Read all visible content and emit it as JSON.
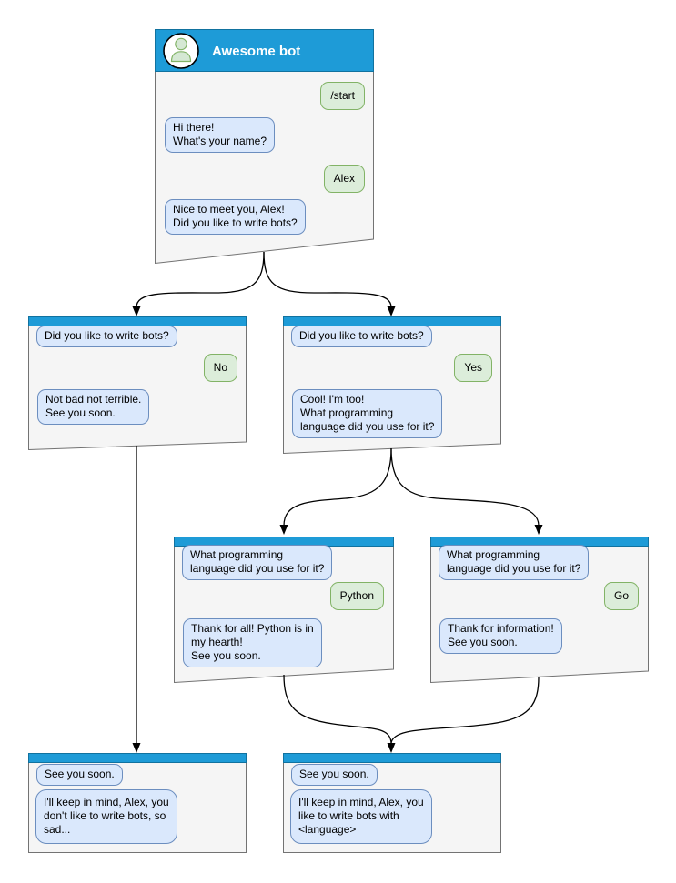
{
  "colors": {
    "header_blue": "#1e9bd7",
    "bot_bubble_fill": "#dae8fc",
    "bot_bubble_border": "#6c8ebf",
    "user_bubble_fill": "#dcedda",
    "user_bubble_border": "#82b366",
    "window_fill": "#f5f5f5",
    "window_border": "#737373",
    "connector": "#000000"
  },
  "main_window": {
    "title": "Awesome bot",
    "user_start": "/start",
    "bot_greeting": "Hi there!\nWhat's your name?",
    "user_name": "Alex",
    "bot_question": "Nice to meet you, Alex!\nDid you like to write bots?"
  },
  "no_branch": {
    "question": "Did you like to write bots?",
    "answer": "No",
    "reply": "Not bad not terrible.\nSee you soon."
  },
  "yes_branch": {
    "question": "Did you like to write bots?",
    "answer": "Yes",
    "reply": "Cool! I'm too!\nWhat programming\nlanguage did you use for it?"
  },
  "python_branch": {
    "question": "What programming\nlanguage did you use for it?",
    "answer": "Python",
    "reply": "Thank for all! Python is in\nmy hearth!\nSee you soon."
  },
  "go_branch": {
    "question": "What programming\nlanguage did you use for it?",
    "answer": "Go",
    "reply": "Thank for information!\nSee you soon."
  },
  "end_no": {
    "question": "See you soon.",
    "reply": "I'll keep in mind, Alex, you\ndon't like to write bots, so\nsad..."
  },
  "end_yes": {
    "question": "See you soon.",
    "reply": "I'll keep in mind, Alex, you\nlike to write bots with\n<language>"
  }
}
